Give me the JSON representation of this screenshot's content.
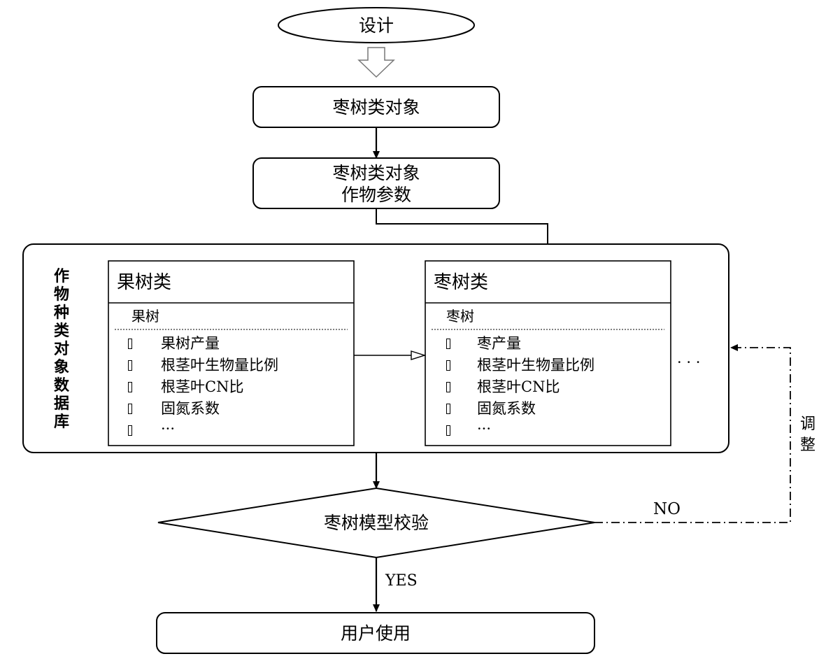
{
  "nodes": {
    "start": "设计",
    "object": "枣树类对象",
    "params_line1": "枣树类对象",
    "params_line2": "作物参数",
    "validate": "枣树模型校验",
    "end": "用户使用"
  },
  "database": {
    "label": "作物种类对象数据库",
    "ellipsis": "· · ·",
    "fruit_class": {
      "title": "果树类",
      "subtitle": "果树",
      "attributes": [
        "果树产量",
        "根茎叶生物量比例",
        "根茎叶CN比",
        "固氮系数",
        "···"
      ]
    },
    "jujube_class": {
      "title": "枣树类",
      "subtitle": "枣树",
      "attributes": [
        "枣产量",
        "根茎叶生物量比例",
        "根茎叶CN比",
        "固氮系数",
        "···"
      ]
    }
  },
  "edges": {
    "yes": "YES",
    "no": "NO",
    "adjust": "调整"
  }
}
